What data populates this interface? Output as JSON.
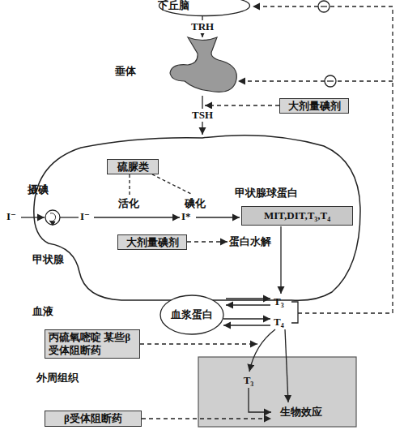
{
  "diagram": {
    "nodes": [
      {
        "text": [
          "下丘脑"
        ]
      },
      {
        "text": [
          "垂体"
        ]
      },
      {
        "text": [
          "大剂量碘剂"
        ]
      },
      {
        "text": [
          "甲状腺"
        ]
      },
      {
        "text": [
          "硫脲类"
        ],
        "in": 3
      },
      {
        "text": [
          "甲状腺球蛋白",
          "MIT,DIT,T₃,T₄"
        ],
        "in": 3
      },
      {
        "text": [
          "大剂量碘剂"
        ],
        "in": 3
      },
      {
        "text": [
          "血浆蛋白"
        ]
      },
      {
        "text": [
          "丙硫氧嘧啶 某些β受体阻断药"
        ]
      },
      {
        "text": [
          "外周组织"
        ]
      },
      {
        "text": [
          "T₃"
        ],
        "in": 9
      },
      {
        "text": [
          "生物效应"
        ],
        "in": 9
      },
      {
        "text": [
          "β受体阻断药"
        ]
      }
    ],
    "edges": [
      {
        "from": 0,
        "to": 1,
        "arrow": "to",
        "label": "TRH"
      },
      {
        "from": 1,
        "to": 3,
        "arrow": "to",
        "label": "TSH"
      },
      {
        "from": 10,
        "to": 11,
        "arrow": "to"
      },
      {
        "from": 12,
        "to": 11,
        "arrow": "to"
      }
    ],
    "labels": [
      "摄碘",
      "I⁻",
      "活化",
      "I⁻",
      "I*",
      "碘化",
      "蛋白水解",
      "血液",
      "T₃",
      "T₄"
    ]
  }
}
